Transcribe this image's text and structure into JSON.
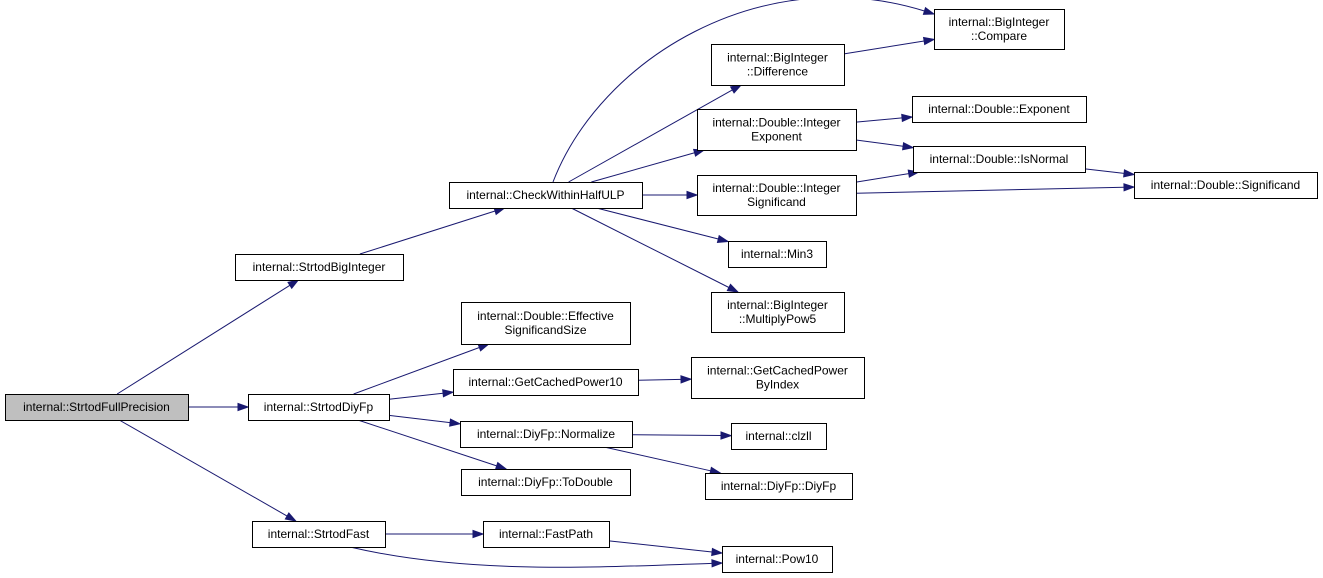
{
  "colors": {
    "edge": "#191970",
    "node_border": "#000000",
    "node_fill": "#ffffff",
    "root_fill": "#bfbfbf"
  },
  "nodes": [
    {
      "id": "root",
      "lines": [
        "internal::StrtodFullPrecision"
      ]
    },
    {
      "id": "bigint",
      "lines": [
        "internal::StrtodBigInteger"
      ]
    },
    {
      "id": "diyfp",
      "lines": [
        "internal::StrtodDiyFp"
      ]
    },
    {
      "id": "fast",
      "lines": [
        "internal::StrtodFast"
      ]
    },
    {
      "id": "halfulp",
      "lines": [
        "internal::CheckWithinHalfULP"
      ]
    },
    {
      "id": "bidiff",
      "lines": [
        "internal::BigInteger",
        "::Difference"
      ]
    },
    {
      "id": "bicmp",
      "lines": [
        "internal::BigInteger",
        "::Compare"
      ]
    },
    {
      "id": "dblintexp",
      "lines": [
        "internal::Double::Integer",
        "Exponent"
      ]
    },
    {
      "id": "dblexp",
      "lines": [
        "internal::Double::Exponent"
      ]
    },
    {
      "id": "dblintsig",
      "lines": [
        "internal::Double::Integer",
        "Significand"
      ]
    },
    {
      "id": "dblnormal",
      "lines": [
        "internal::Double::IsNormal"
      ]
    },
    {
      "id": "dblsig",
      "lines": [
        "internal::Double::Significand"
      ]
    },
    {
      "id": "min3",
      "lines": [
        "internal::Min3"
      ]
    },
    {
      "id": "bimulpow5",
      "lines": [
        "internal::BigInteger",
        "::MultiplyPow5"
      ]
    },
    {
      "id": "effsig",
      "lines": [
        "internal::Double::Effective",
        "SignificandSize"
      ]
    },
    {
      "id": "cachedpow10",
      "lines": [
        "internal::GetCachedPower10"
      ]
    },
    {
      "id": "cachedbyidx",
      "lines": [
        "internal::GetCachedPower",
        "ByIndex"
      ]
    },
    {
      "id": "normalize",
      "lines": [
        "internal::DiyFp::Normalize"
      ]
    },
    {
      "id": "clzll",
      "lines": [
        "internal::clzll"
      ]
    },
    {
      "id": "diyfpctor",
      "lines": [
        "internal::DiyFp::DiyFp"
      ]
    },
    {
      "id": "todouble",
      "lines": [
        "internal::DiyFp::ToDouble"
      ]
    },
    {
      "id": "fastpath",
      "lines": [
        "internal::FastPath"
      ]
    },
    {
      "id": "pow10",
      "lines": [
        "internal::Pow10"
      ]
    }
  ],
  "edges": [
    {
      "from": "root",
      "to": "bigint"
    },
    {
      "from": "root",
      "to": "diyfp"
    },
    {
      "from": "root",
      "to": "fast"
    },
    {
      "from": "bigint",
      "to": "halfulp"
    },
    {
      "from": "halfulp",
      "to": "bicmp"
    },
    {
      "from": "halfulp",
      "to": "bidiff"
    },
    {
      "from": "halfulp",
      "to": "dblintexp"
    },
    {
      "from": "halfulp",
      "to": "dblintsig"
    },
    {
      "from": "halfulp",
      "to": "min3"
    },
    {
      "from": "halfulp",
      "to": "bimulpow5"
    },
    {
      "from": "bidiff",
      "to": "bicmp"
    },
    {
      "from": "dblintexp",
      "to": "dblexp"
    },
    {
      "from": "dblintexp",
      "to": "dblnormal"
    },
    {
      "from": "dblintsig",
      "to": "dblnormal"
    },
    {
      "from": "dblintsig",
      "to": "dblsig"
    },
    {
      "from": "dblnormal",
      "to": "dblsig"
    },
    {
      "from": "diyfp",
      "to": "effsig"
    },
    {
      "from": "diyfp",
      "to": "cachedpow10"
    },
    {
      "from": "diyfp",
      "to": "normalize"
    },
    {
      "from": "diyfp",
      "to": "todouble"
    },
    {
      "from": "cachedpow10",
      "to": "cachedbyidx"
    },
    {
      "from": "normalize",
      "to": "clzll"
    },
    {
      "from": "normalize",
      "to": "diyfpctor"
    },
    {
      "from": "fast",
      "to": "fastpath"
    },
    {
      "from": "fast",
      "to": "pow10"
    },
    {
      "from": "fastpath",
      "to": "pow10"
    }
  ]
}
